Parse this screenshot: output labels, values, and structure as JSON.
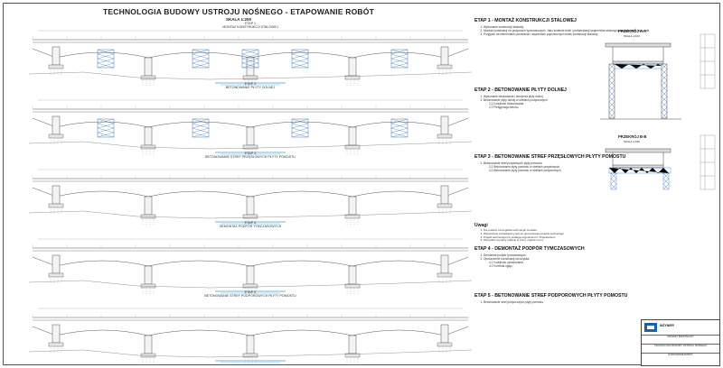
{
  "document": {
    "title": "TECHNOLOGIA BUDOWY USTROJU NOŚNEGO - ETAPOWANIE ROBÓT",
    "scale": "SKALA 1:200"
  },
  "elevations": [
    {
      "label1": "ETAP 1",
      "label2": "MONTAŻ KONSTRUKCJI STALOWEJ",
      "scaffold_supports": 5
    },
    {
      "label1": "ETAP 2",
      "label2": "BETONOWANIE PŁYTY DOLNEJ",
      "scaffold_supports": 4
    },
    {
      "label1": "ETAP 3",
      "label2": "BETONOWANIE STREF PRZĘSŁOWYCH PŁYTY POMOSTU",
      "scaffold_supports": 0
    },
    {
      "label1": "ETAP 4",
      "label2": "DEMONTAŻ PODPÓR TYMCZASOWYCH",
      "scaffold_supports": 0
    },
    {
      "label1": "ETAP 5",
      "label2": "BETONOWANIE STREF PODPOROWYCH PŁYTY POMOSTU",
      "scaffold_supports": 0
    }
  ],
  "stages": [
    {
      "heading": "ETAP 1 - MONTAŻ KONSTRUKCJI STALOWEJ",
      "items": [
        "Wykonanie konstrukcji stalowej.",
        "Montaż konstrukcji na podporach tymczasowych. Jako scalenie belki i prefabrykacji segmentów stalowych, kształtowniki i wiązarki.",
        "Przyjęcie na elementach pośrednich i stężeniach poprzecznych belek konstrukcji stalowej."
      ]
    },
    {
      "heading": "ETAP 2 - BETONOWANIE PŁYTY DOLNEJ",
      "items": [
        "Wykonanie deskowania i zbrojenia płyty dolnej.",
        "Betonowanie płyty dolnej w strefach podporowych.",
        "2.1 Kolejność betonowania.",
        "2.2 Pielęgnacja betonu."
      ]
    },
    {
      "heading": "ETAP 3 - BETONOWANIE STREF PRZĘSŁOWYCH PŁYTY POMOSTU",
      "items": [
        "Betonowanie stref przęsłowych płyty pomostu.",
        "3.1 Betonowanie płyty pomostu w strefach przęsłowych.",
        "3.2 Betonowanie płyty pomostu w strefach podporowych."
      ]
    },
    {
      "heading": "ETAP 4 - DEMONTAŻ PODPÓR TYMCZASOWYCH",
      "items": [
        "Demontaż podpór tymczasowych.",
        "Opuszczenie konstrukcji na łożyska.",
        "4.1 Kolejność opuszczania.",
        "4.2 Kontrola ugięć."
      ]
    },
    {
      "heading": "ETAP 5 - BETONOWANIE STREF PODPOROWYCH PŁYTY POMOSTU",
      "items": [
        "Betonowanie stref podporowych płyty pomostu."
      ]
    }
  ],
  "sections": [
    {
      "title": "PRZEKRÓJ A-A",
      "scale": "SKALA 1:100"
    },
    {
      "title": "PRZEKRÓJ B-B",
      "scale": "SKALA 1:100"
    }
  ],
  "notes": {
    "heading": "Uwagi",
    "items": [
      "Nie podano szczegółów technologii montażu.",
      "Wykonawca zobowiązany jest do opracowania projektu technologii.",
      "Projekt technologiczny podlega uzgodnieniu z Projektantem.",
      "Wszystkie wymiary podano w [mm], rzędne w [m]."
    ]
  },
  "title_block": {
    "company": "INŻYNIER",
    "project": "PROJEKT BUDOWLANY",
    "drawing": "TECHNOLOGIA BUDOWY USTROJU NOŚNEGO",
    "sub": "ETAPOWANIE ROBÓT"
  },
  "colors": {
    "line": "#555555",
    "water": "#3aa0d8",
    "accent": "#1a5fb4"
  }
}
